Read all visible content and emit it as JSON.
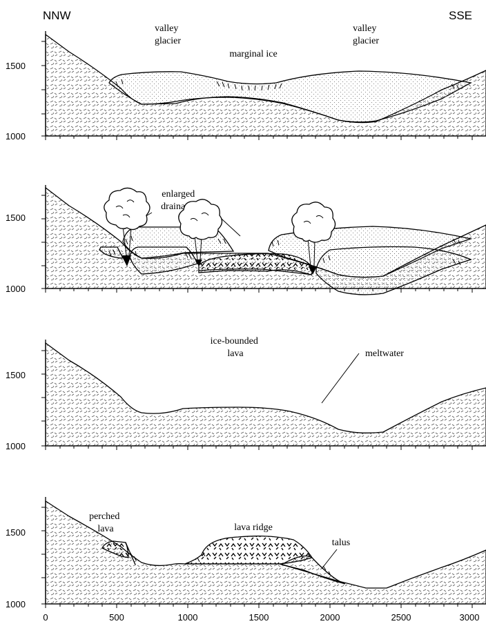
{
  "directions": {
    "left": "NNW",
    "right": "SSE"
  },
  "y_ticks": [
    "1500",
    "1000"
  ],
  "x_ticks": [
    "0",
    "500",
    "1000",
    "1500",
    "2000",
    "2500",
    "3000"
  ],
  "panels": [
    {
      "labels": [
        {
          "lines": [
            "valley",
            "glacier"
          ]
        },
        {
          "lines": [
            "marginal ice"
          ]
        },
        {
          "lines": [
            "valley",
            "glacier"
          ]
        }
      ]
    },
    {
      "labels": [
        {
          "lines": [
            "enlarged",
            "drainages"
          ]
        }
      ]
    },
    {
      "labels": [
        {
          "lines": [
            "ice-bounded",
            "lava"
          ]
        },
        {
          "lines": [
            "meltwater"
          ]
        }
      ]
    },
    {
      "labels": [
        {
          "lines": [
            "perched",
            "lava"
          ]
        },
        {
          "lines": [
            "lava ridge"
          ]
        },
        {
          "lines": [
            "talus"
          ]
        }
      ]
    }
  ]
}
